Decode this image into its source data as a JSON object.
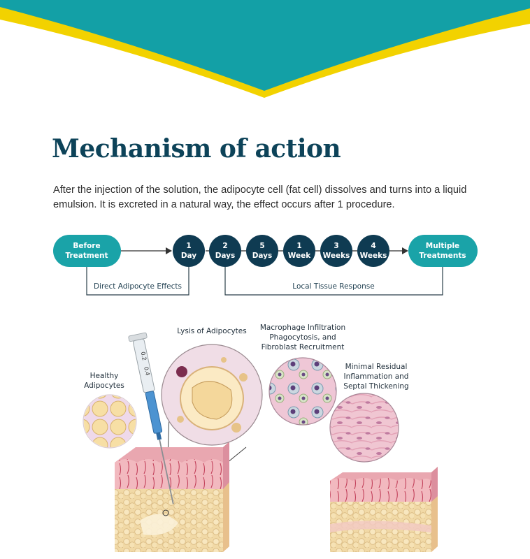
{
  "title": "Mechanism of action",
  "intro": "After the injection of the solution, the adipocyte cell (fat cell) dissolves and turns into a liquid emulsion. It is excreted in a natural way, the effect occurs after 1 procedure.",
  "timeline": {
    "start": [
      "Before",
      "Treatment"
    ],
    "steps": [
      [
        "1",
        "Day"
      ],
      [
        "2",
        "Days"
      ],
      [
        "5",
        "Days"
      ],
      [
        "1",
        "Week"
      ],
      [
        "3",
        "Weeks"
      ],
      [
        "4",
        "Weeks"
      ]
    ],
    "end": [
      "Multiple",
      "Treatments"
    ],
    "phase_direct": "Direct Adipocyte Effects",
    "phase_local": "Local Tissue Response"
  },
  "illustration": {
    "healthy": [
      "Healthy",
      "Adipocytes"
    ],
    "lysis": [
      "Lysis of Adipocytes"
    ],
    "macrophage": [
      "Macrophage Infiltration",
      "Phagocytosis, and",
      "Fibroblast Recruitment"
    ],
    "residual": [
      "Minimal Residual",
      "Inflammation and",
      "Septal Thickening"
    ],
    "syringe_marks": [
      "0.2",
      "0.4"
    ]
  },
  "colors": {
    "teal": "#1aa3a8",
    "navy": "#0f3b52",
    "yellow": "#f2d200",
    "title": "#0d4359"
  }
}
